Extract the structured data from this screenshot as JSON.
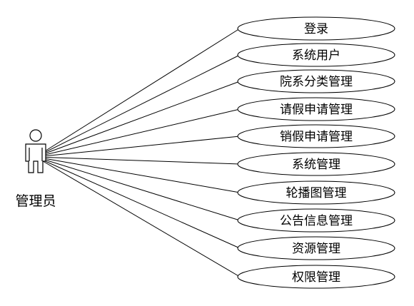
{
  "actor": {
    "label": "管理员",
    "icon": "stick-figure-actor-icon"
  },
  "use_cases": [
    {
      "label": "登录"
    },
    {
      "label": "系统用户"
    },
    {
      "label": "院系分类管理"
    },
    {
      "label": "请假申请管理"
    },
    {
      "label": "销假申请管理"
    },
    {
      "label": "系统管理"
    },
    {
      "label": "轮播图管理"
    },
    {
      "label": "公告信息管理"
    },
    {
      "label": "资源管理"
    },
    {
      "label": "权限管理"
    }
  ],
  "colors": {
    "stroke": "#000000",
    "fill": "#ffffff",
    "text": "#000000"
  }
}
